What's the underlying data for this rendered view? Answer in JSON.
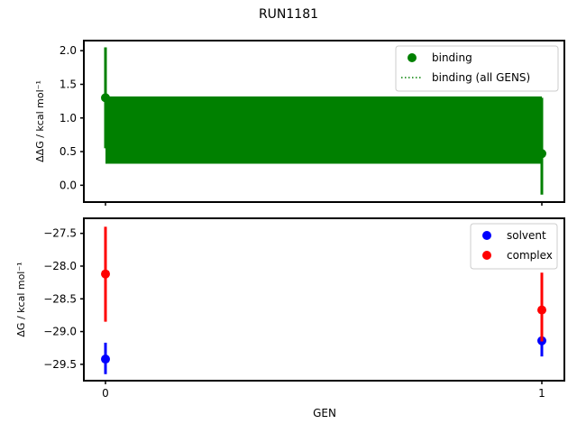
{
  "figure": {
    "title": "RUN1181",
    "xlabel": "GEN"
  },
  "chart_data": [
    {
      "type": "scatter",
      "title": "RUN1181",
      "xlabel": "",
      "ylabel": "ΔΔG / kcal mol⁻¹",
      "x": [
        0,
        1
      ],
      "xticks": [
        "0",
        "1"
      ],
      "yticks": [
        0.0,
        0.5,
        1.0,
        1.5,
        2.0
      ],
      "ylim": [
        -0.25,
        2.15
      ],
      "legend_position": "upper right",
      "series": [
        {
          "name": "binding",
          "color": "#008000",
          "marker": "o",
          "values": [
            1.3,
            0.47
          ],
          "yerr_low": [
            0.55,
            -0.14
          ],
          "yerr_high": [
            2.05,
            1.3
          ]
        },
        {
          "name": "binding (all GENS)",
          "color": "#008000",
          "style": "dotted",
          "band": [
            0.32,
            1.32
          ]
        }
      ]
    },
    {
      "type": "scatter",
      "xlabel": "GEN",
      "ylabel": "ΔG / kcal mol⁻¹",
      "x": [
        0,
        1
      ],
      "xticks": [
        "0",
        "1"
      ],
      "yticks": [
        -27.5,
        -28.0,
        -28.5,
        -29.0,
        -29.5
      ],
      "ylim": [
        -29.75,
        -27.27
      ],
      "legend_position": "upper right",
      "series": [
        {
          "name": "solvent",
          "color": "#0000ff",
          "marker": "o",
          "values": [
            -29.42,
            -29.14
          ],
          "yerr_low": [
            -29.65,
            -29.38
          ],
          "yerr_high": [
            -29.17,
            -28.85
          ]
        },
        {
          "name": "complex",
          "color": "#ff0000",
          "marker": "o",
          "values": [
            -28.12,
            -28.67
          ],
          "yerr_low": [
            -28.85,
            -29.15
          ],
          "yerr_high": [
            -27.4,
            -28.1
          ]
        }
      ]
    }
  ]
}
